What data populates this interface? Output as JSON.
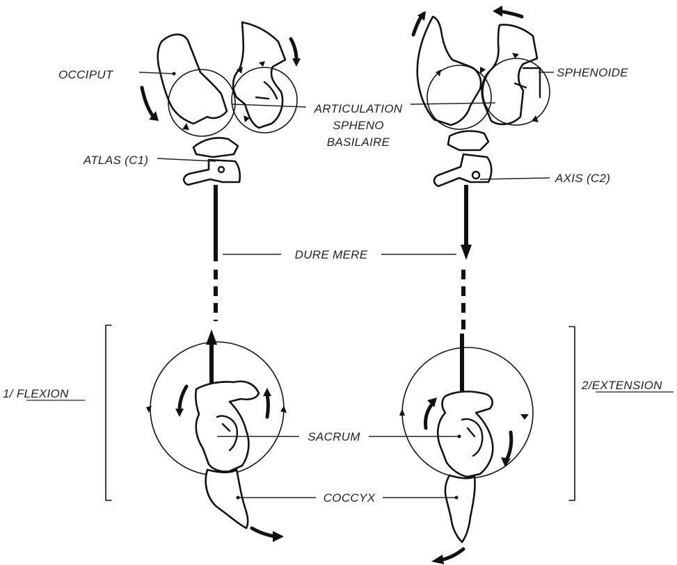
{
  "labels": {
    "occiput": "OCCIPUT",
    "sphenoide": "SPHENOIDE",
    "articulation_line1": "ARTICULATION",
    "articulation_line2": "SPHENO",
    "articulation_line3": "BASILAIRE",
    "atlas": "ATLAS (C1)",
    "axis": "AXIS (C2)",
    "dure_mere": "DURE MERE",
    "flexion_prefix": "1/ ",
    "flexion": "FLEXION",
    "extension_prefix": "2/",
    "extension": "EXTENSION",
    "sacrum": "SACRUM",
    "coccyx": "COCCYX"
  },
  "colors": {
    "ink": "#111111",
    "paper": "#ffffff",
    "label": "#222222"
  }
}
